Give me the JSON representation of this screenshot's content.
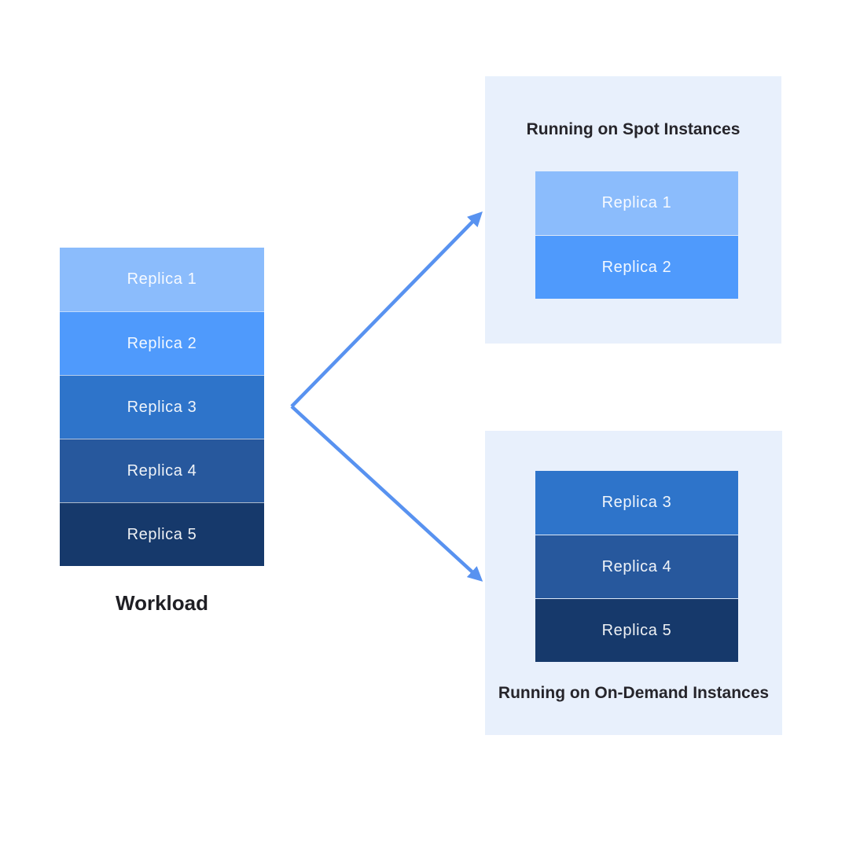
{
  "diagram": {
    "workload": {
      "label": "Workload",
      "replicas": [
        {
          "label": "Replica 1",
          "color": "#8bbcfc"
        },
        {
          "label": "Replica 2",
          "color": "#4f9afc"
        },
        {
          "label": "Replica 3",
          "color": "#2e74ca"
        },
        {
          "label": "Replica 4",
          "color": "#27589d"
        },
        {
          "label": "Replica 5",
          "color": "#16396b"
        }
      ]
    },
    "spot_panel": {
      "title": "Running on Spot Instances",
      "replicas": [
        {
          "label": "Replica 1",
          "color": "#8bbcfc"
        },
        {
          "label": "Replica 2",
          "color": "#4f9afc"
        }
      ]
    },
    "ondemand_panel": {
      "title": "Running on On-Demand Instances",
      "replicas": [
        {
          "label": "Replica 3",
          "color": "#2e74ca"
        },
        {
          "label": "Replica 4",
          "color": "#27589d"
        },
        {
          "label": "Replica 5",
          "color": "#16396b"
        }
      ]
    },
    "colors": {
      "panel_bg": "#e8f0fc",
      "arrow": "#5892f0",
      "title_text": "#26252b",
      "replica_text": "#f2f6fd"
    }
  }
}
